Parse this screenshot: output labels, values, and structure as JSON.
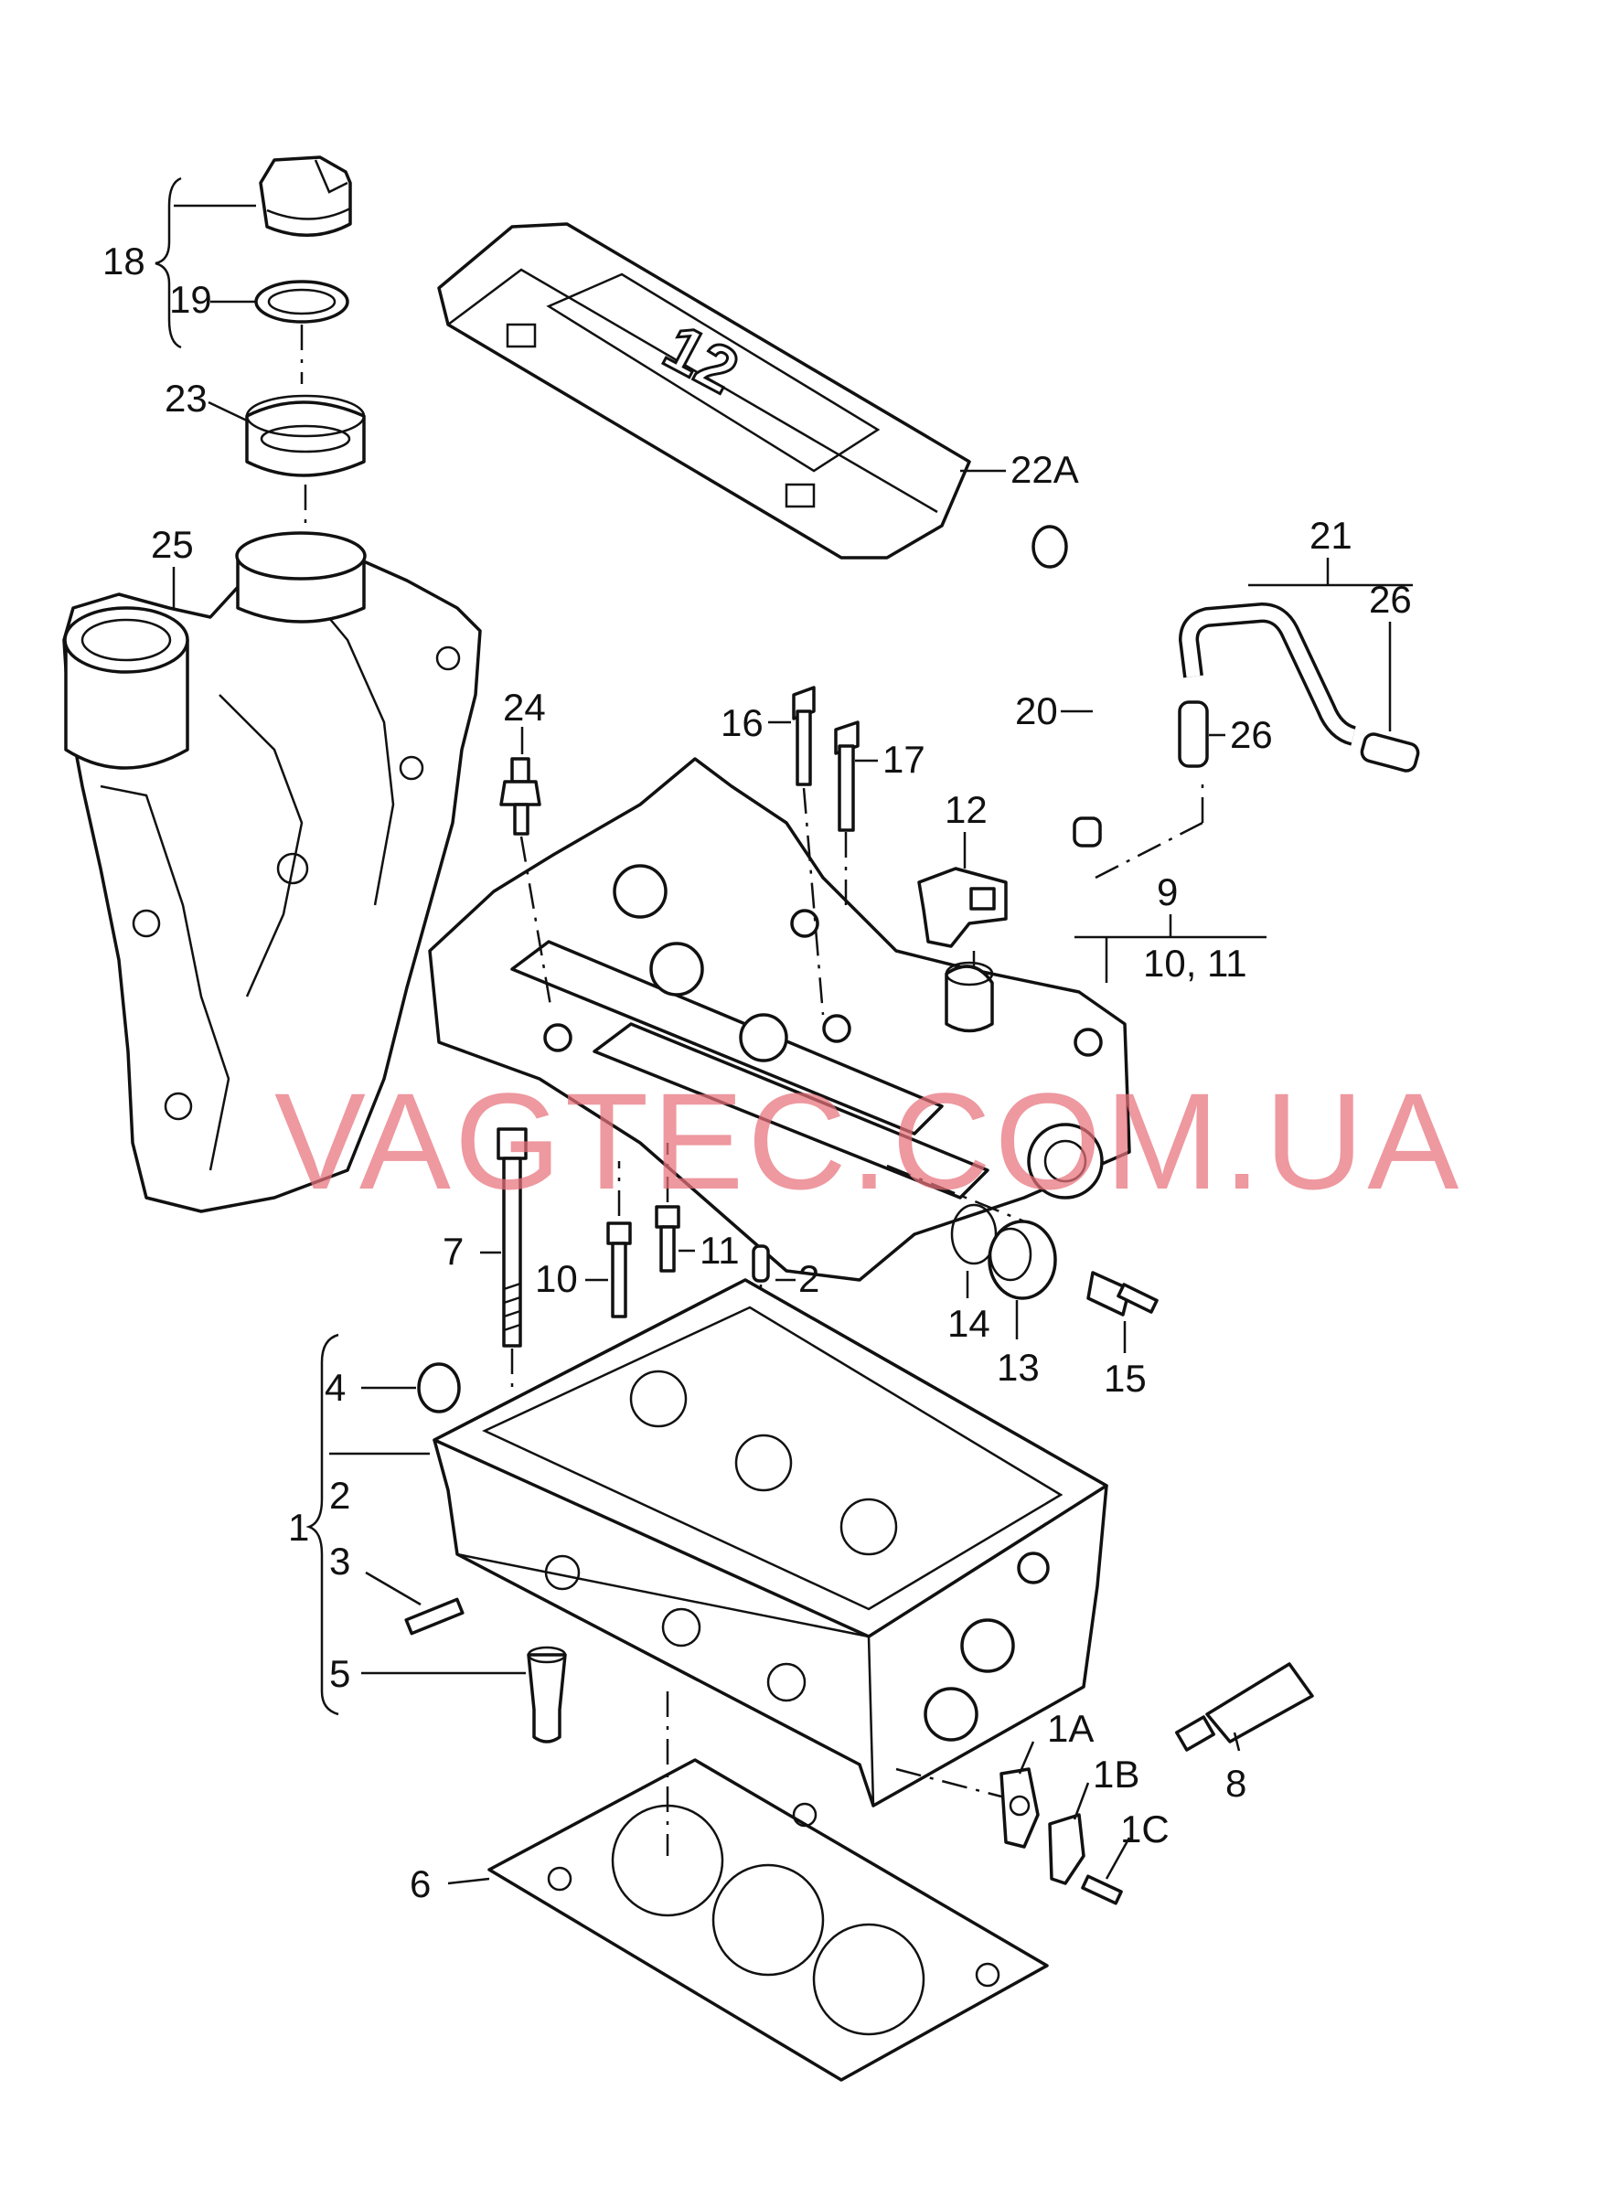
{
  "watermark": "VAGTEC.COM.UA",
  "cover_badge": "12",
  "callouts": {
    "c18": "18",
    "c19": "19",
    "c23": "23",
    "c25": "25",
    "c22a": "22A",
    "c21": "21",
    "c26a": "26",
    "c26b": "26",
    "c20": "20",
    "c24": "24",
    "c16": "16",
    "c17": "17",
    "c12": "12",
    "c9": "9",
    "c10_11_group": "10, 11",
    "c7": "7",
    "c10": "10",
    "c11": "11",
    "c2a": "2",
    "c14": "14",
    "c13": "13",
    "c15": "15",
    "c4": "4",
    "c1": "1",
    "c2b": "2",
    "c3": "3",
    "c5": "5",
    "c1a": "1A",
    "c1b": "1B",
    "c1c": "1C",
    "c8": "8",
    "c6": "6"
  },
  "colors": {
    "line": "#111111",
    "watermark": "#e8707a",
    "background": "#ffffff"
  }
}
